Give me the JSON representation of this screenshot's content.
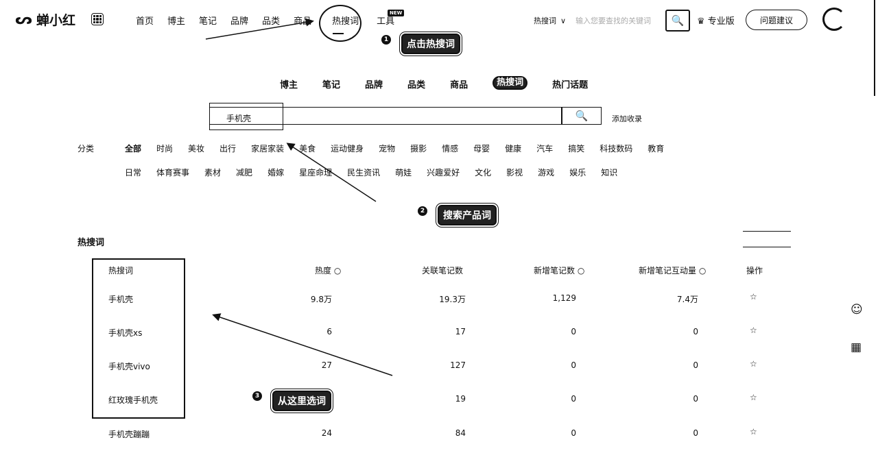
{
  "app": {
    "logo_text": "蝉小红"
  },
  "nav": {
    "items": [
      "首页",
      "博主",
      "笔记",
      "品牌",
      "品类",
      "商品",
      "热搜词",
      "工具"
    ],
    "new_badge": "NEW"
  },
  "top_search": {
    "type_label": "热搜词",
    "placeholder": "输入您要查找的关键词"
  },
  "top_right": {
    "pro_label": "专业版",
    "feedback_label": "问题建议"
  },
  "callouts": {
    "c1": {
      "num": "1",
      "text": "点击热搜词"
    },
    "c2": {
      "num": "2",
      "text": "搜索产品词"
    },
    "c3": {
      "num": "3",
      "text": "从这里选词"
    }
  },
  "subnav": {
    "items": [
      "博主",
      "笔记",
      "品牌",
      "品类",
      "商品",
      "热搜词",
      "热门话题"
    ],
    "active": "热搜词"
  },
  "search": {
    "value": "手机壳",
    "add_label": "添加收录"
  },
  "categories": {
    "label": "分类",
    "row1": [
      "全部",
      "时尚",
      "美妆",
      "出行",
      "家居家装",
      "美食",
      "运动健身",
      "宠物",
      "摄影",
      "情感",
      "母婴",
      "健康",
      "汽车",
      "搞笑",
      "科技数码",
      "教育"
    ],
    "row2": [
      "日常",
      "体育赛事",
      "素材",
      "减肥",
      "婚嫁",
      "星座命理",
      "民生资讯",
      "萌娃",
      "兴趣爱好",
      "文化",
      "影视",
      "游戏",
      "娱乐",
      "知识"
    ]
  },
  "table": {
    "title": "热搜词",
    "headers": {
      "keyword": "热搜词",
      "heat": "热度",
      "notes": "关联笔记数",
      "new_notes": "新增笔记数",
      "new_interact": "新增笔记互动量",
      "action": "操作"
    },
    "rows": [
      {
        "keyword": "手机壳",
        "heat": "9.8万",
        "notes": "19.3万",
        "new_notes": "1,129",
        "new_interact": "7.4万"
      },
      {
        "keyword": "手机壳xs",
        "heat": "6",
        "notes": "17",
        "new_notes": "0",
        "new_interact": "0"
      },
      {
        "keyword": "手机壳vivo",
        "heat": "27",
        "notes": "127",
        "new_notes": "0",
        "new_interact": "0"
      },
      {
        "keyword": "红玫瑰手机壳",
        "heat": "",
        "notes": "19",
        "new_notes": "0",
        "new_interact": "0"
      },
      {
        "keyword": "手机壳蹦蹦",
        "heat": "24",
        "notes": "84",
        "new_notes": "0",
        "new_interact": "0"
      }
    ]
  },
  "icons": {
    "star": "star-outline-icon",
    "search": "search-icon",
    "chat": "chat-icon",
    "qr": "qr-code-icon"
  }
}
